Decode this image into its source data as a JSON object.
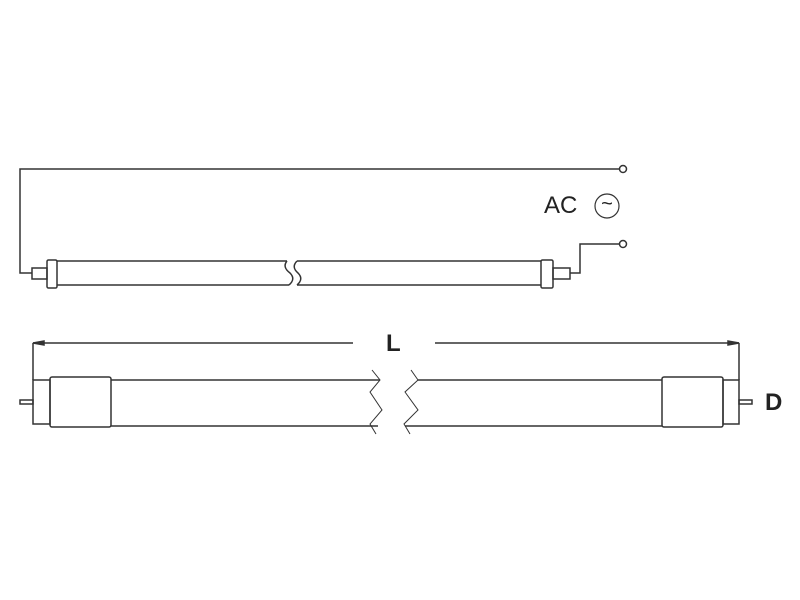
{
  "diagram": {
    "power_label": "AC",
    "ac_symbol": "~",
    "length_label": "L",
    "diameter_label": "D",
    "line_color": "#333333"
  }
}
